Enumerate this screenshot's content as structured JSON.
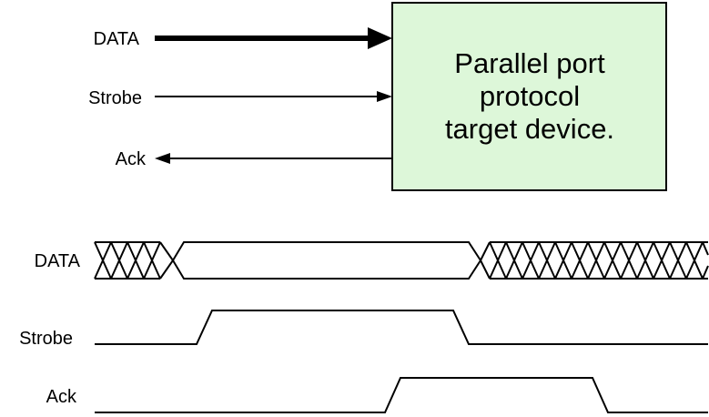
{
  "block_diagram": {
    "signals": [
      {
        "label": "DATA",
        "direction": "in",
        "bus": true
      },
      {
        "label": "Strobe",
        "direction": "in",
        "bus": false
      },
      {
        "label": "Ack",
        "direction": "out",
        "bus": false
      }
    ],
    "device": {
      "lines": [
        "Parallel port",
        "protocol",
        "target device."
      ],
      "fill": "#ddf7d9"
    }
  },
  "timing_diagram": {
    "rows": [
      {
        "label": "DATA"
      },
      {
        "label": "Strobe"
      },
      {
        "label": "Ack"
      }
    ]
  }
}
